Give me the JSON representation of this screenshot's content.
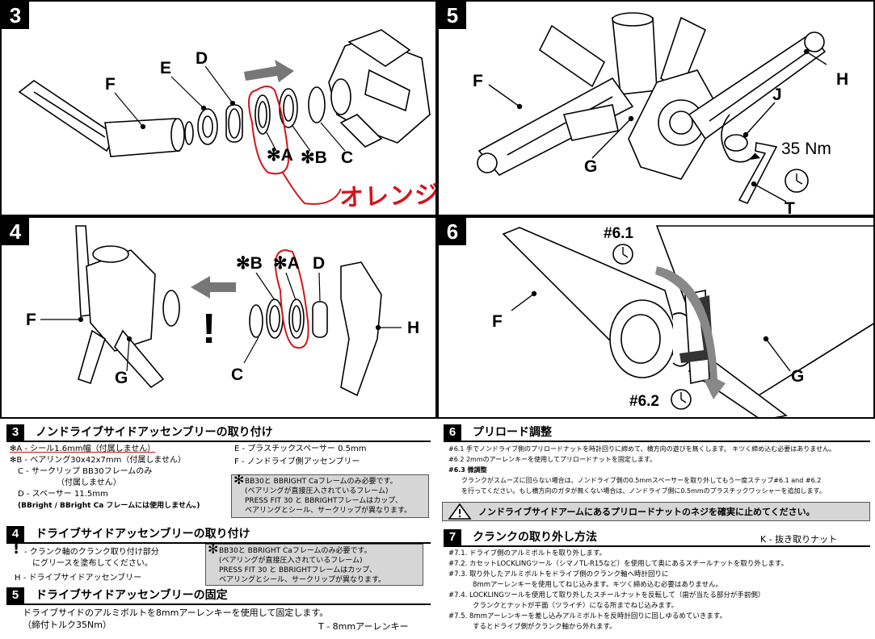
{
  "panels": {
    "p3": {
      "number": "3",
      "labels": {
        "F": "F",
        "E": "E",
        "D": "D",
        "A": "✻A",
        "B": "✻B",
        "C": "C"
      },
      "handnote": "オレンジ色シール"
    },
    "p5": {
      "number": "5",
      "labels": {
        "F": "F",
        "G": "G",
        "J": "J",
        "H": "H",
        "T": "T"
      },
      "torque": "35 Nm"
    },
    "p4": {
      "number": "4",
      "labels": {
        "B": "✻B",
        "A": "✻A",
        "D": "D",
        "F": "F",
        "G": "G",
        "C": "C",
        "H": "H",
        "excl": "!"
      }
    },
    "p6": {
      "number": "6",
      "labels": {
        "s61": "#6.1",
        "s62": "#6.2",
        "F": "F",
        "G": "G"
      }
    }
  },
  "text": {
    "s3": {
      "num": "3",
      "title": "ノンドライブサイドアッセンブリーの取り付け",
      "a": "✻A - シール1.6mm幅（付属しません）",
      "b": "✻B - ベアリング30x42x7mm（付属しません）",
      "c1": "C - サークリップ BB30フレームのみ",
      "c2": "（付属しません）",
      "d1": "D - スペーサー 11.5mm",
      "d2": "(BBright / BBright Ca フレームには使用しません。)",
      "e": "E - プラスチックスペーサー 0.5mm",
      "f": "F - ノンドライブ側アッセンブリー",
      "note": [
        "BB30と BBRIGHT Caフレームのみ必要です。",
        "(ベアリングが直接圧入されているフレーム)",
        "PRESS FIT 30 と BBRIGHTフレームはカップ、",
        "ベアリングとシール、サークリップが異なります。"
      ]
    },
    "s4": {
      "num": "4",
      "title": "ドライブサイドアッセンブリーの取り付け",
      "excl": "!",
      "l1": "- クランク軸のクランク取り付け部分",
      "l2": "にグリースを塗布してください。",
      "h": "H - ドライブサイドアッセンブリー",
      "note": [
        "BB30と BBRIGHT Caフレームのみ必要です。",
        "(ベアリングが直接圧入されているフレーム)",
        "PRESS FIT 30 と BBRIGHTフレームはカップ、",
        "ベアリングとシール、サークリップが異なります。"
      ]
    },
    "s5": {
      "num": "5",
      "title": "ドライブサイドアッセンブリーの固定",
      "l1": "ドライブサイドのアルミボルトを8mmアーレンキーを使用して固定します。",
      "l2": "（締付トルク35Nm）",
      "t": "T - 8mmアーレンキー"
    },
    "s6": {
      "num": "6",
      "title": "プリロード調整",
      "l1": "#6.1 手でノンドライブ側のプリロードナットを時計回りに締めて、横方向の遊びを無くします。 キツく締め込む必要はありません。",
      "l2": "#6.2 2mmのアーレンキーを使用してプリロードナットを固定します。",
      "l3": "#6.3 微調整",
      "l4": "クランクがスムーズに回らない場合は、ノンドライブ側の0.5mmスペーサーを取り外してもう一度ステップ#6.1 and #6.2",
      "l5": "を行ってください。もし横方向のガタが無くない場合は、ノンドライブ側に0.5mmのプラスチックワッシャーを追加します。",
      "warn": "ノンドライブサイドアームにあるプリロードナットのネジを確実に止めてください。"
    },
    "s7": {
      "num": "7",
      "title": "クランクの取り外し方法",
      "k": "K - 抜き取りナット",
      "l1": "#7.1. ドライブ側のアルミボルトを取り外します。",
      "l2": "#7.2. カセットLOCKLINGツール（シマノTL-R15など）を使用して奥にあるスチールナットを取り外します。",
      "l3": "#7.3. 取り外したアルミボルトをドライブ側のクランク軸へ時計回りに",
      "l4": "8mmアーレンキーを使用してねじ込みます。キツく締め込む必要はありません。",
      "l5": "#7.4. LOCKLINGツールを使用して取り外したスチールナットを反転して（歯が当たる部分が手前側）",
      "l6": "クランクとナットが平面（ツライチ）になる所までねじ込みます。",
      "l7": "#7.5. 8mmアーレンキーを差し込みアルミボルトを反時計回りに回しゆるめていきます。",
      "l8": "するとドライブ側がクランク軸から外れます。"
    }
  },
  "colors": {
    "annotation_red": "#d4141a",
    "note_gray": "#d6d6d6",
    "line": "#000000"
  }
}
